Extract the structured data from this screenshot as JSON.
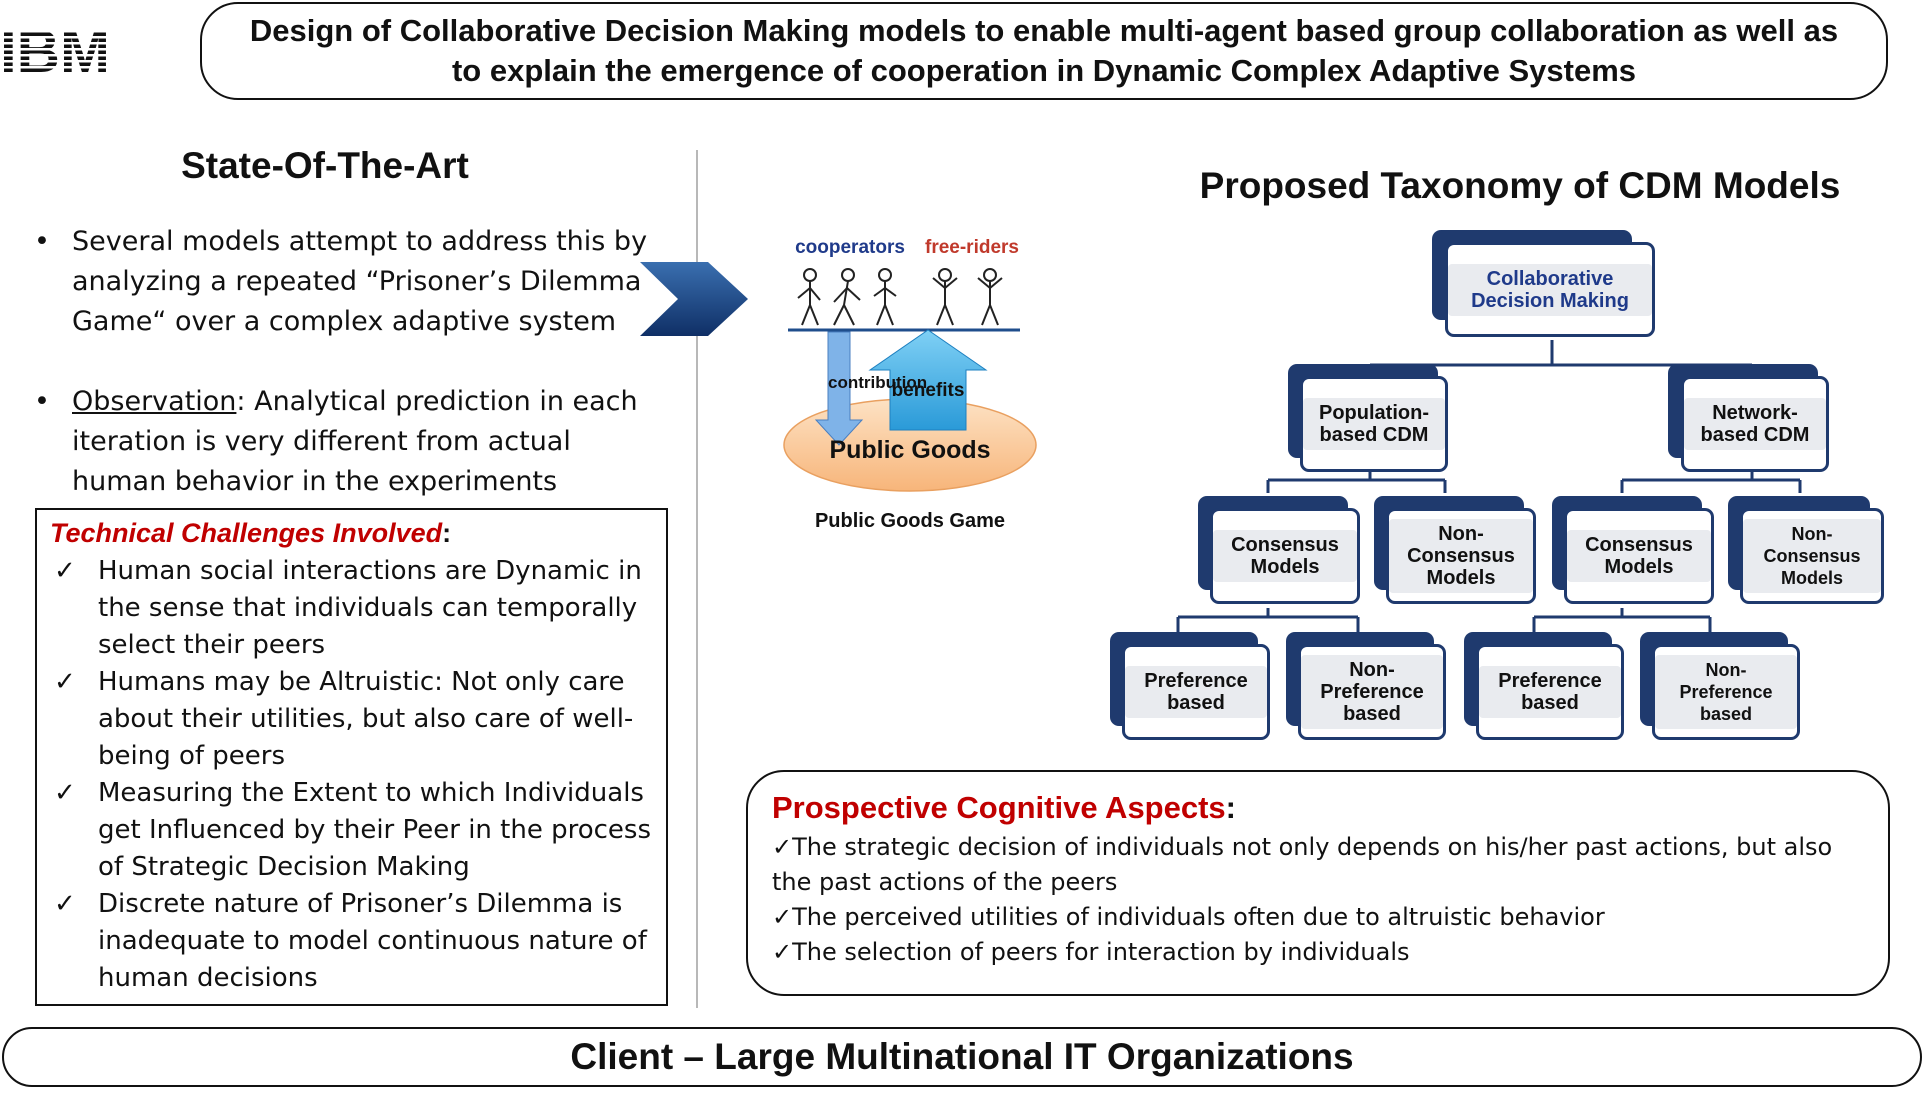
{
  "logo": {
    "text": "IBM"
  },
  "header": {
    "title": "Design of Collaborative Decision Making models to enable multi-agent based group collaboration as well as to explain the emergence of cooperation in Dynamic Complex Adaptive Systems"
  },
  "state_of_the_art": {
    "title": "State-Of-The-Art",
    "bullet1": "Several models attempt to address this by analyzing a repeated “Prisoner’s Dilemma Game“ over a complex adaptive system",
    "bullet2_label": "Observation",
    "bullet2_text": ": Analytical prediction in each iteration is very different from actual human behavior in the experiments",
    "bullet_glyph": "•"
  },
  "technical_challenges": {
    "title": "Technical Challenges Involved",
    "colon": ":",
    "check_glyph": "✓",
    "items": [
      "Human social interactions are Dynamic in the sense that individuals can temporally select their peers",
      "Humans may be Altruistic: Not only care about their utilities, but also care of well-being of peers",
      "Measuring the Extent to which Individuals get Influenced by their Peer in the process of Strategic Decision Making",
      "Discrete nature of Prisoner’s Dilemma is inadequate to model continuous nature of human decisions"
    ]
  },
  "public_goods": {
    "cooperators": "cooperators",
    "free_riders": "free-riders",
    "contribution": "contribution",
    "benefits": "benefits",
    "public_goods": "Public Goods",
    "caption": "Public Goods Game"
  },
  "taxonomy": {
    "title": "Proposed Taxonomy of CDM Models",
    "root": "Collaborative Decision Making",
    "population": "Population-based CDM",
    "network": "Network-based CDM",
    "consensus_1": "Consensus Models",
    "non_consensus_1": "Non-Consensus Models",
    "consensus_2": "Consensus Models",
    "non_consensus_2": "Non-Consensus Models",
    "preference_1": "Preference based",
    "non_preference_1": "Non-Preference based",
    "preference_2": "Preference based",
    "non_preference_2": "Non-Preference based"
  },
  "cognitive": {
    "title": "Prospective Cognitive Aspects",
    "colon": ":",
    "items": [
      "✓The strategic decision of individuals not only depends on his/her past actions, but also the past actions of the peers",
      "✓The perceived utilities of individuals often due to altruistic behavior",
      "✓The selection of peers for interaction by individuals"
    ]
  },
  "client": {
    "text": "Client – Large Multinational IT Organizations"
  },
  "colors": {
    "accent_red": "#c00000",
    "node_blue": "#1f3a6e",
    "arrow_blue": "#1f4e8c"
  }
}
